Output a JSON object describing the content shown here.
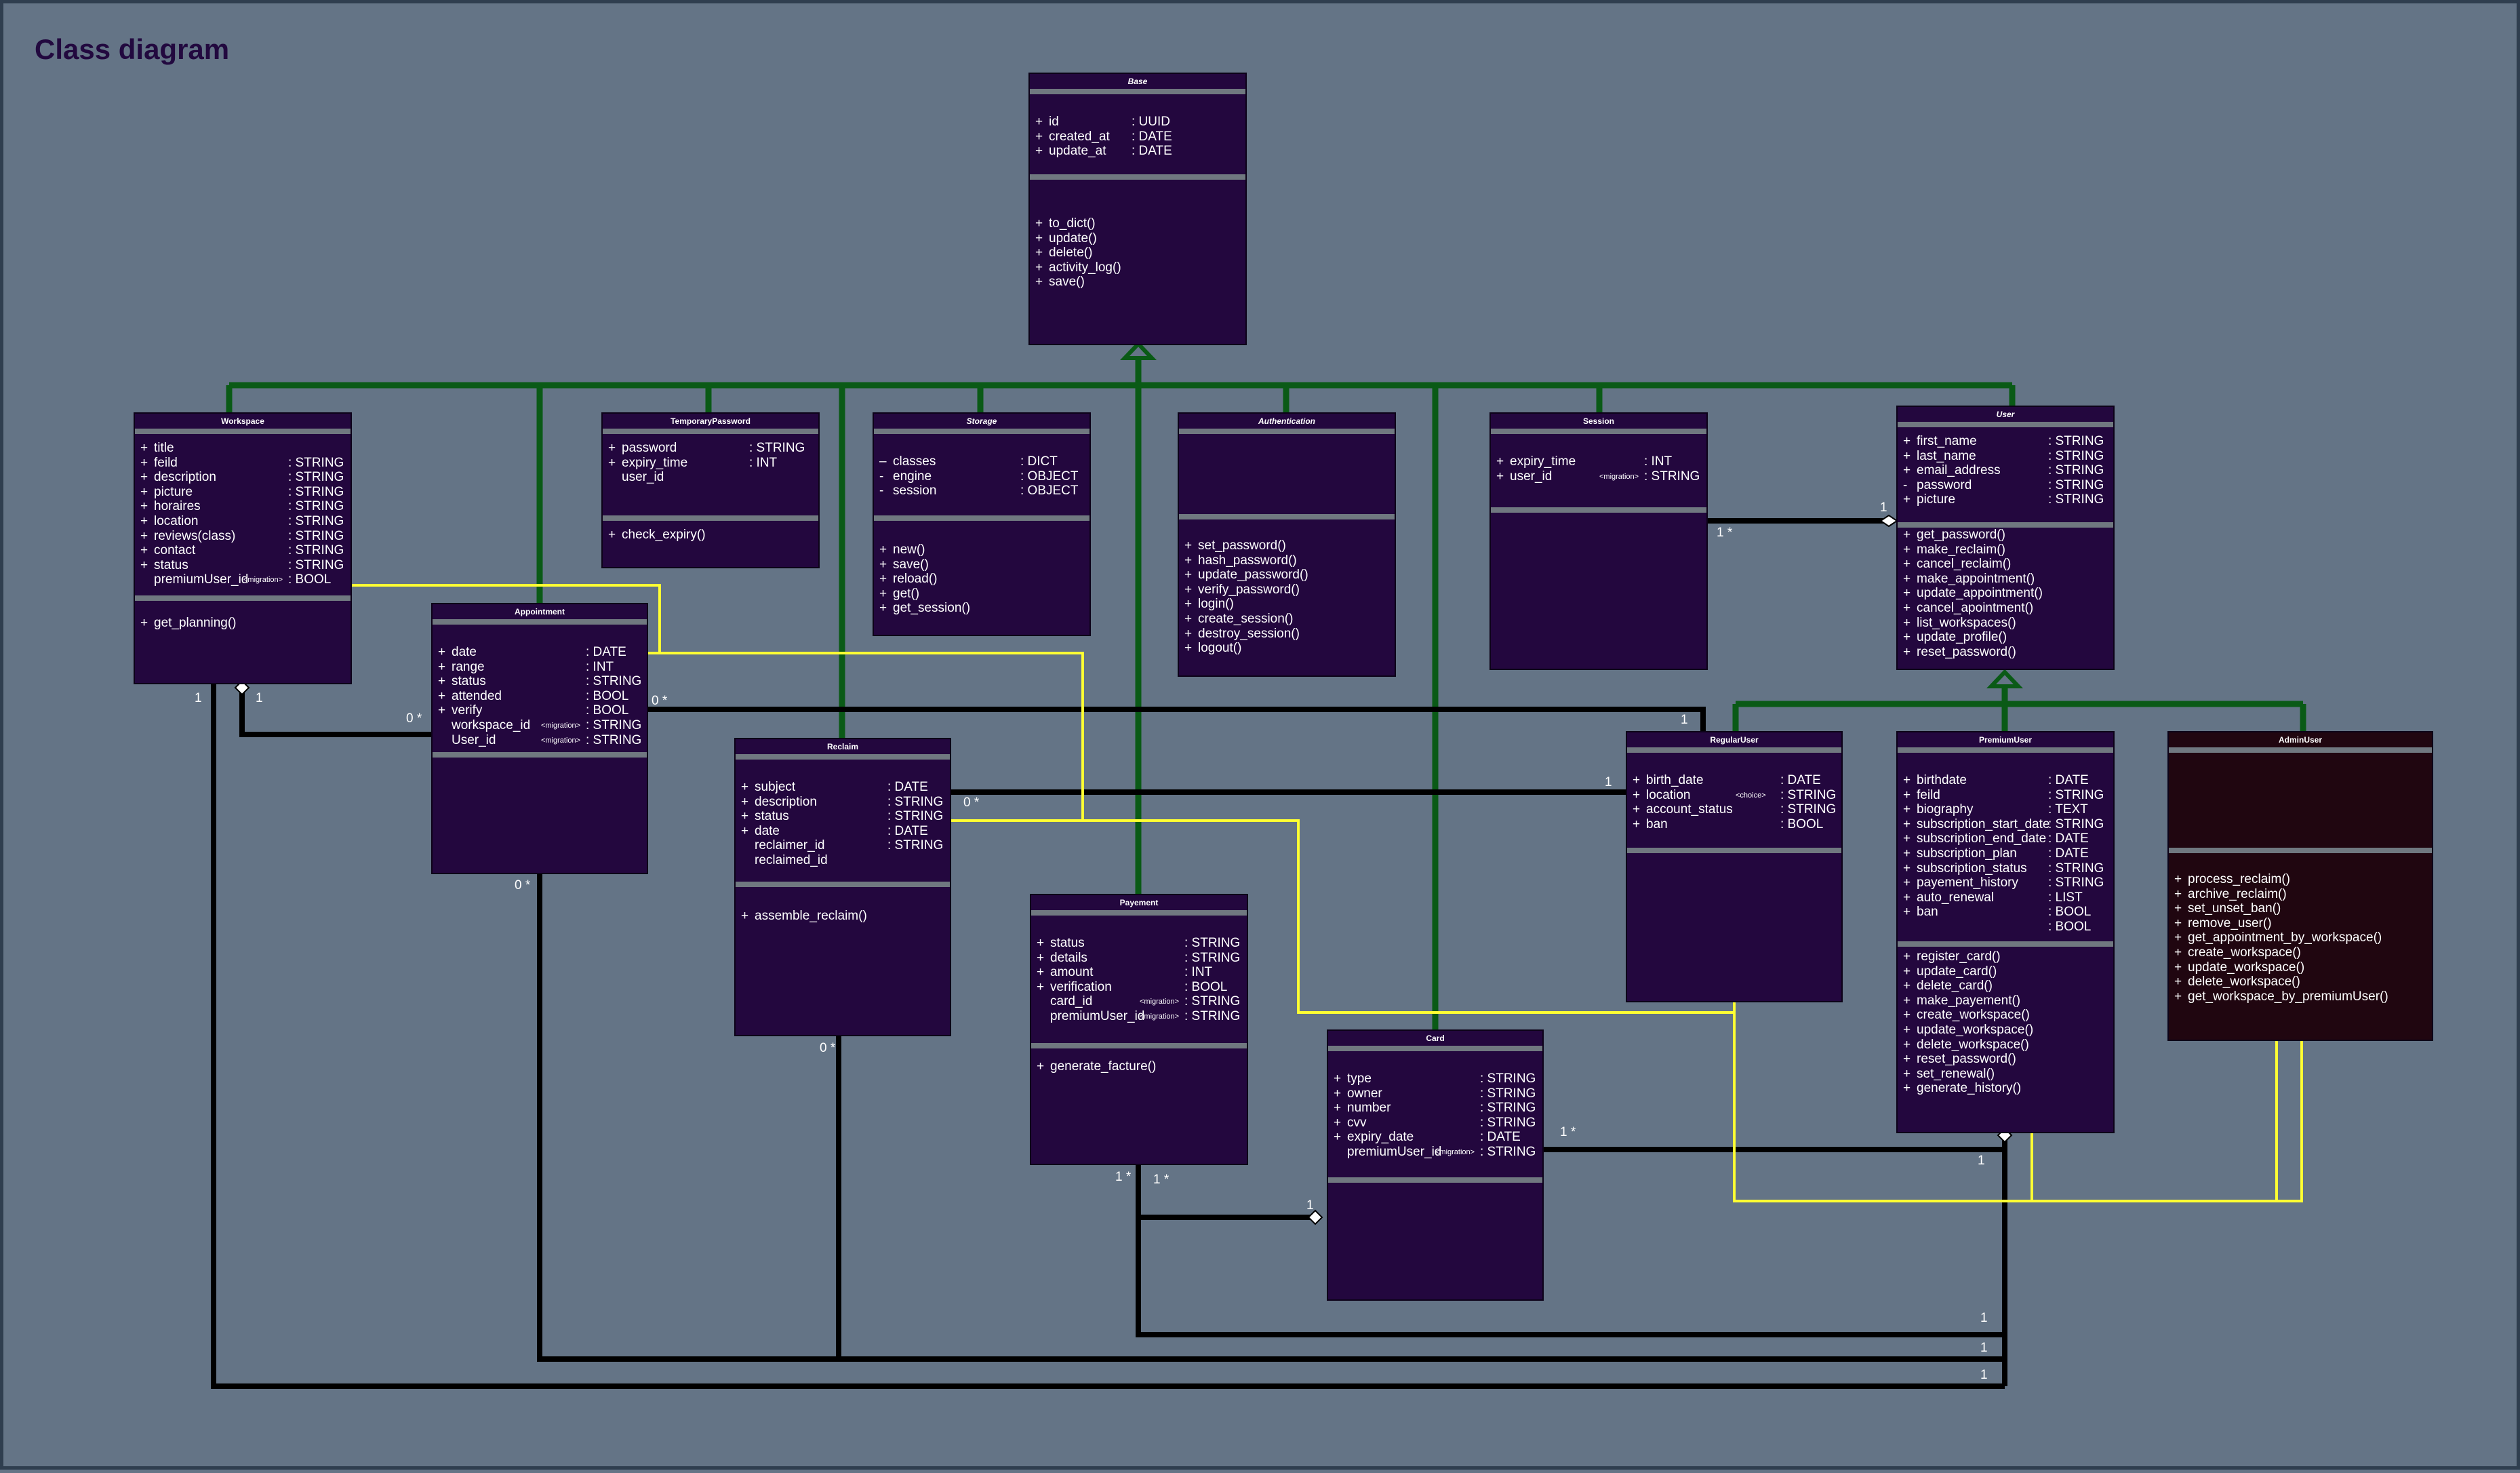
{
  "title": "Class diagram",
  "colors": {
    "background": "#647486",
    "class_fill": "#23073e",
    "admin_fill": "#200610",
    "inheritance": "#0a5a16",
    "association": "#000000",
    "dependency": "#ffff33"
  },
  "classes": {
    "base": {
      "name": "Base",
      "attributes": [
        {
          "vis": "+",
          "name": "id",
          "type": ": UUID"
        },
        {
          "vis": "+",
          "name": "created_at",
          "type": ": DATE"
        },
        {
          "vis": "+",
          "name": "update_at",
          "type": ": DATE"
        }
      ],
      "methods": [
        {
          "vis": "+",
          "name": "to_dict()"
        },
        {
          "vis": "+",
          "name": "update()"
        },
        {
          "vis": "+",
          "name": "delete()"
        },
        {
          "vis": "+",
          "name": "activity_log()"
        },
        {
          "vis": "+",
          "name": "save()"
        }
      ]
    },
    "workspace": {
      "name": "Workspace",
      "attributes": [
        {
          "vis": "+",
          "name": "title",
          "type": ""
        },
        {
          "vis": "+",
          "name": "feild",
          "type": ": STRING"
        },
        {
          "vis": "+",
          "name": "description",
          "type": ": STRING"
        },
        {
          "vis": "+",
          "name": "picture",
          "type": ": STRING"
        },
        {
          "vis": "+",
          "name": "horaires",
          "type": ": STRING"
        },
        {
          "vis": "+",
          "name": "location",
          "type": ": STRING"
        },
        {
          "vis": "+",
          "name": "reviews(class)",
          "type": ": STRING"
        },
        {
          "vis": "+",
          "name": "contact",
          "type": ": STRING"
        },
        {
          "vis": "+",
          "name": "status",
          "type": ": STRING"
        },
        {
          "vis": "",
          "name": "premiumUser_id",
          "stereo": "<migration>",
          "type": ": BOOL"
        }
      ],
      "methods": [
        {
          "vis": "+",
          "name": "get_planning()"
        }
      ]
    },
    "temporary_password": {
      "name": "TemporaryPassword",
      "attributes": [
        {
          "vis": "+",
          "name": "password",
          "type": ": STRING"
        },
        {
          "vis": "+",
          "name": "expiry_time",
          "type": ": INT"
        },
        {
          "vis": "",
          "name": "user_id",
          "type": ""
        }
      ],
      "methods": [
        {
          "vis": "+",
          "name": "check_expiry()"
        }
      ]
    },
    "storage": {
      "name": "Storage",
      "attributes": [
        {
          "vis": "–",
          "name": "classes",
          "type": ": DICT"
        },
        {
          "vis": "-",
          "name": "engine",
          "type": ": OBJECT"
        },
        {
          "vis": "-",
          "name": "session",
          "type": ": OBJECT"
        }
      ],
      "methods": [
        {
          "vis": "+",
          "name": "new()"
        },
        {
          "vis": "+",
          "name": "save()"
        },
        {
          "vis": "+",
          "name": "reload()"
        },
        {
          "vis": "+",
          "name": "get()"
        },
        {
          "vis": "+",
          "name": "get_session()"
        }
      ]
    },
    "authentication": {
      "name": "Authentication",
      "attributes": [],
      "methods": [
        {
          "vis": "+",
          "name": "set_password()"
        },
        {
          "vis": "+",
          "name": "hash_password()"
        },
        {
          "vis": "+",
          "name": "update_password()"
        },
        {
          "vis": "+",
          "name": "verify_password()"
        },
        {
          "vis": "+",
          "name": "login()"
        },
        {
          "vis": "+",
          "name": "create_session()"
        },
        {
          "vis": "+",
          "name": "destroy_session()"
        },
        {
          "vis": "+",
          "name": "logout()"
        }
      ]
    },
    "session": {
      "name": "Session",
      "attributes": [
        {
          "vis": "+",
          "name": "expiry_time",
          "type": ": INT"
        },
        {
          "vis": "+",
          "name": "user_id",
          "stereo": "<migration>",
          "type": ": STRING"
        }
      ],
      "methods": []
    },
    "user": {
      "name": "User",
      "attributes": [
        {
          "vis": "+",
          "name": "first_name",
          "type": ": STRING"
        },
        {
          "vis": "+",
          "name": "last_name",
          "type": ": STRING"
        },
        {
          "vis": "+",
          "name": "email_address",
          "type": ": STRING"
        },
        {
          "vis": "-",
          "name": "password",
          "type": ": STRING"
        },
        {
          "vis": "+",
          "name": "picture",
          "type": ": STRING"
        }
      ],
      "methods": [
        {
          "vis": "+",
          "name": "get_password()"
        },
        {
          "vis": "+",
          "name": "make_reclaim()"
        },
        {
          "vis": "+",
          "name": "cancel_reclaim()"
        },
        {
          "vis": "+",
          "name": "make_appointment()"
        },
        {
          "vis": "+",
          "name": "update_appointment()"
        },
        {
          "vis": "+",
          "name": "cancel_apointment()"
        },
        {
          "vis": "+",
          "name": "list_workspaces()"
        },
        {
          "vis": "+",
          "name": "update_profile()"
        },
        {
          "vis": "+",
          "name": "reset_password()"
        }
      ]
    },
    "appointment": {
      "name": "Appointment",
      "attributes": [
        {
          "vis": "+",
          "name": "date",
          "type": ": DATE"
        },
        {
          "vis": "+",
          "name": "range",
          "type": ": INT"
        },
        {
          "vis": "+",
          "name": "status",
          "type": ": STRING"
        },
        {
          "vis": "+",
          "name": "attended",
          "type": ": BOOL"
        },
        {
          "vis": "+",
          "name": "verify",
          "type": ": BOOL"
        },
        {
          "vis": "",
          "name": "workspace_id",
          "stereo": "<migration>",
          "type": ": STRING"
        },
        {
          "vis": "",
          "name": "User_id",
          "stereo": "<migration>",
          "type": ": STRING"
        }
      ],
      "methods": []
    },
    "reclaim": {
      "name": "Reclaim",
      "attributes": [
        {
          "vis": "+",
          "name": "subject",
          "type": ": DATE"
        },
        {
          "vis": "+",
          "name": "description",
          "type": ": STRING"
        },
        {
          "vis": "+",
          "name": "status",
          "type": ": STRING"
        },
        {
          "vis": "+",
          "name": "date",
          "type": ": DATE"
        },
        {
          "vis": "",
          "name": "reclaimer_id",
          "type": ": STRING"
        },
        {
          "vis": "",
          "name": "reclaimed_id",
          "type": ""
        }
      ],
      "methods": [
        {
          "vis": "+",
          "name": "assemble_reclaim()"
        }
      ]
    },
    "payement": {
      "name": "Payement",
      "attributes": [
        {
          "vis": "+",
          "name": "status",
          "type": ": STRING"
        },
        {
          "vis": "+",
          "name": "details",
          "type": ": STRING"
        },
        {
          "vis": "+",
          "name": "amount",
          "type": ": INT"
        },
        {
          "vis": "+",
          "name": "verification",
          "type": ": BOOL"
        },
        {
          "vis": "",
          "name": "card_id",
          "stereo": "<migration>",
          "type": ": STRING"
        },
        {
          "vis": "",
          "name": "premiumUser_id",
          "stereo": "<migration>",
          "type": ": STRING"
        }
      ],
      "methods": [
        {
          "vis": "+",
          "name": "generate_facture()"
        }
      ]
    },
    "card": {
      "name": "Card",
      "attributes": [
        {
          "vis": "+",
          "name": "type",
          "type": ": STRING"
        },
        {
          "vis": "+",
          "name": "owner",
          "type": ": STRING"
        },
        {
          "vis": "+",
          "name": "number",
          "type": ": STRING"
        },
        {
          "vis": "+",
          "name": "cvv",
          "type": ": STRING"
        },
        {
          "vis": "+",
          "name": "expiry_date",
          "type": ": DATE"
        },
        {
          "vis": "",
          "name": "premiumUser_id",
          "stereo": "<migration>",
          "type": ": STRING"
        }
      ],
      "methods": []
    },
    "regular_user": {
      "name": "RegularUser",
      "attributes": [
        {
          "vis": "+",
          "name": "birth_date",
          "type": ": DATE"
        },
        {
          "vis": "+",
          "name": "location",
          "stereo": "<choice>",
          "type": ": STRING"
        },
        {
          "vis": "+",
          "name": "account_status",
          "type": ": STRING"
        },
        {
          "vis": "+",
          "name": "ban",
          "type": ": BOOL"
        }
      ],
      "methods": []
    },
    "premium_user": {
      "name": "PremiumUser",
      "attributes": [
        {
          "vis": "+",
          "name": "birthdate",
          "type": ": DATE"
        },
        {
          "vis": "+",
          "name": "feild",
          "type": ": STRING"
        },
        {
          "vis": "+",
          "name": "biography",
          "type": ": TEXT"
        },
        {
          "vis": "+",
          "name": "subscription_start_date",
          "type": ": STRING"
        },
        {
          "vis": "+",
          "name": "subscription_end_date",
          "type": ": DATE"
        },
        {
          "vis": "+",
          "name": "subscription_plan",
          "type": ": DATE"
        },
        {
          "vis": "+",
          "name": "subscription_status",
          "type": ": STRING"
        },
        {
          "vis": "+",
          "name": "payement_history",
          "type": ": STRING"
        },
        {
          "vis": "+",
          "name": "auto_renewal",
          "type": ": LIST"
        },
        {
          "vis": "+",
          "name": "ban",
          "type": ": BOOL"
        },
        {
          "vis": "",
          "name": "",
          "type": ": BOOL"
        }
      ],
      "methods": [
        {
          "vis": "+",
          "name": "register_card()"
        },
        {
          "vis": "+",
          "name": "update_card()"
        },
        {
          "vis": "+",
          "name": "delete_card()"
        },
        {
          "vis": "+",
          "name": "make_payement()"
        },
        {
          "vis": "+",
          "name": "create_workspace()"
        },
        {
          "vis": "+",
          "name": "update_workspace()"
        },
        {
          "vis": "+",
          "name": "delete_workspace()"
        },
        {
          "vis": "+",
          "name": "reset_password()"
        },
        {
          "vis": "+",
          "name": "set_renewal()"
        },
        {
          "vis": "+",
          "name": "generate_history()"
        }
      ]
    },
    "admin_user": {
      "name": "AdminUser",
      "attributes": [],
      "methods": [
        {
          "vis": "+",
          "name": "process_reclaim()"
        },
        {
          "vis": "+",
          "name": "archive_reclaim()"
        },
        {
          "vis": "+",
          "name": "set_unset_ban()"
        },
        {
          "vis": "+",
          "name": "remove_user()"
        },
        {
          "vis": "+",
          "name": "get_appointment_by_workspace()"
        },
        {
          "vis": "+",
          "name": "create_workspace()"
        },
        {
          "vis": "+",
          "name": "update_workspace()"
        },
        {
          "vis": "+",
          "name": "delete_workspace()"
        },
        {
          "vis": "+",
          "name": "get_workspace_by_premiumUser()"
        }
      ]
    }
  },
  "multiplicities": {
    "session_user_many": "1 *",
    "session_user_one": "1",
    "ws_appt_ws_left": "1",
    "ws_appt_ws_right": "1",
    "ws_appt_appt": "0 *",
    "appt_regular_many": "0 *",
    "appt_regular_one": "1",
    "reclaim_regular_many": "0 *",
    "reclaim_regular_one": "1",
    "appt_bottom": "0 *",
    "reclaim_bottom": "0 *",
    "payement_a": "1 *",
    "payement_b": "1 *",
    "payement_card_one": "1",
    "card_premium_many": "1 *",
    "card_premium_one": "1",
    "bus_1": "1",
    "bus_2": "1",
    "bus_3": "1"
  }
}
